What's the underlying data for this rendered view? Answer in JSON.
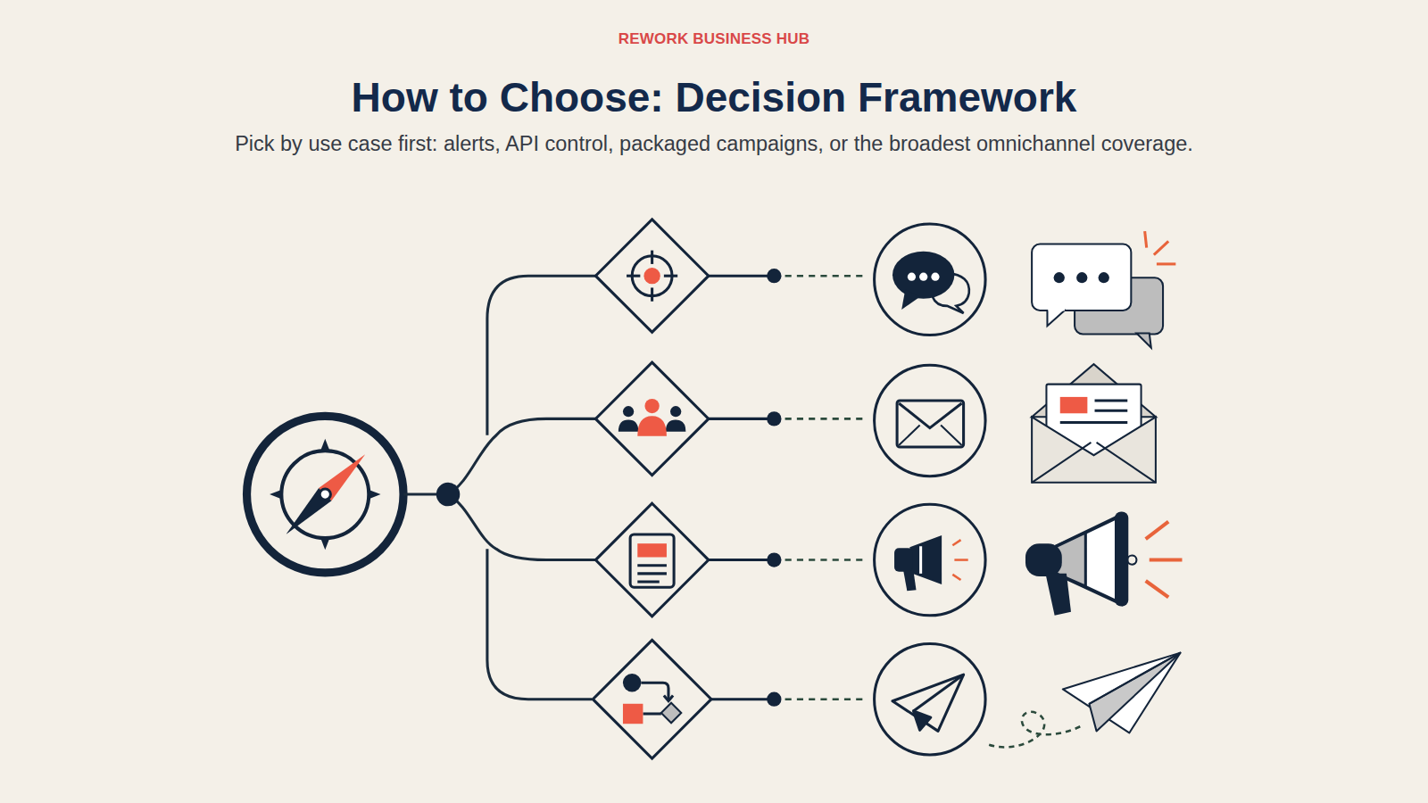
{
  "diagram": {
    "title": "How to Choose: Decision Framework",
    "labels": [
      "REWORK BUSINESS HUB",
      "Pick by use case first: alerts, API control, packaged campaigns, or the broadest omnichannel coverage."
    ]
  }
}
